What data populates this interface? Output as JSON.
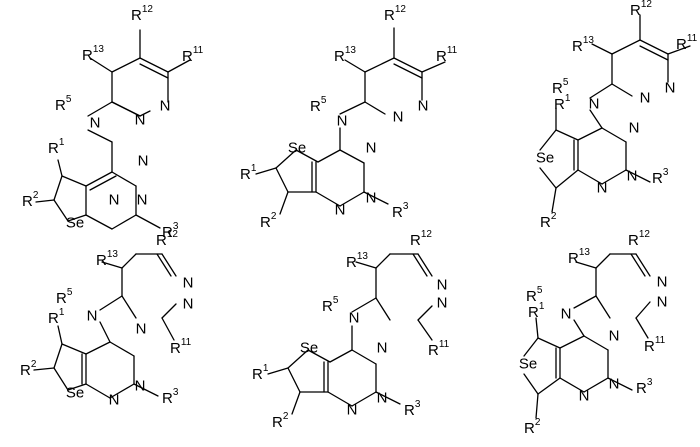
{
  "labels": {
    "N": "N",
    "Se": "Se",
    "R": "R",
    "r1": "1",
    "r2": "2",
    "r3": "3",
    "r5": "5",
    "r11": "11",
    "r12": "12",
    "r13": "13"
  },
  "structures": [
    {
      "scaffold": "thieno[2,3-d]pyrimidine (Se)",
      "pyridazine": "N3-linked, 3,4-N2"
    },
    {
      "scaffold": "selenopheno[3,2-d]pyrimidine",
      "pyridazine": "N3-linked, 3,4-N2"
    },
    {
      "scaffold": "selenopheno[3,4-d]pyrimidine",
      "pyridazine": "N3-linked, 3,4-N2"
    },
    {
      "scaffold": "thieno[2,3-d]pyrimidine (Se)",
      "pyridazine": "N4-linked, 4,5-N2"
    },
    {
      "scaffold": "selenopheno[3,2-d]pyrimidine",
      "pyridazine": "N4-linked, 4,5-N2"
    },
    {
      "scaffold": "selenopheno[3,4-d]pyrimidine",
      "pyridazine": "N4-linked, 4,5-N2"
    }
  ]
}
